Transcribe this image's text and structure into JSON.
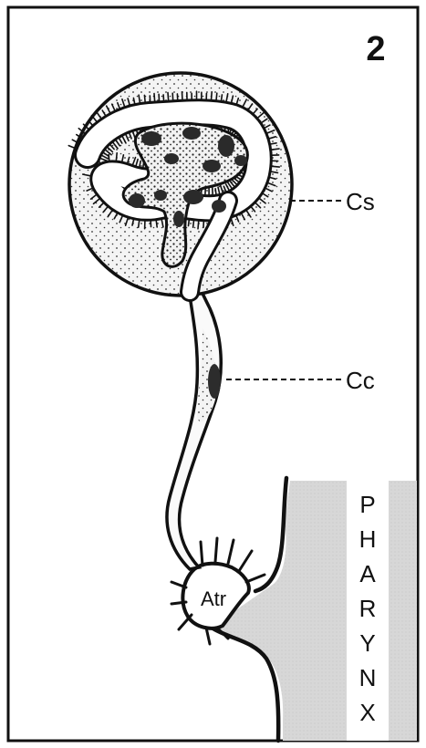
{
  "figure_number": "2",
  "labels": {
    "cs": "Cs",
    "cc": "Cc",
    "atr": "Atr"
  },
  "pharynx_letters": [
    "P",
    "H",
    "A",
    "R",
    "Y",
    "N",
    "X"
  ]
}
